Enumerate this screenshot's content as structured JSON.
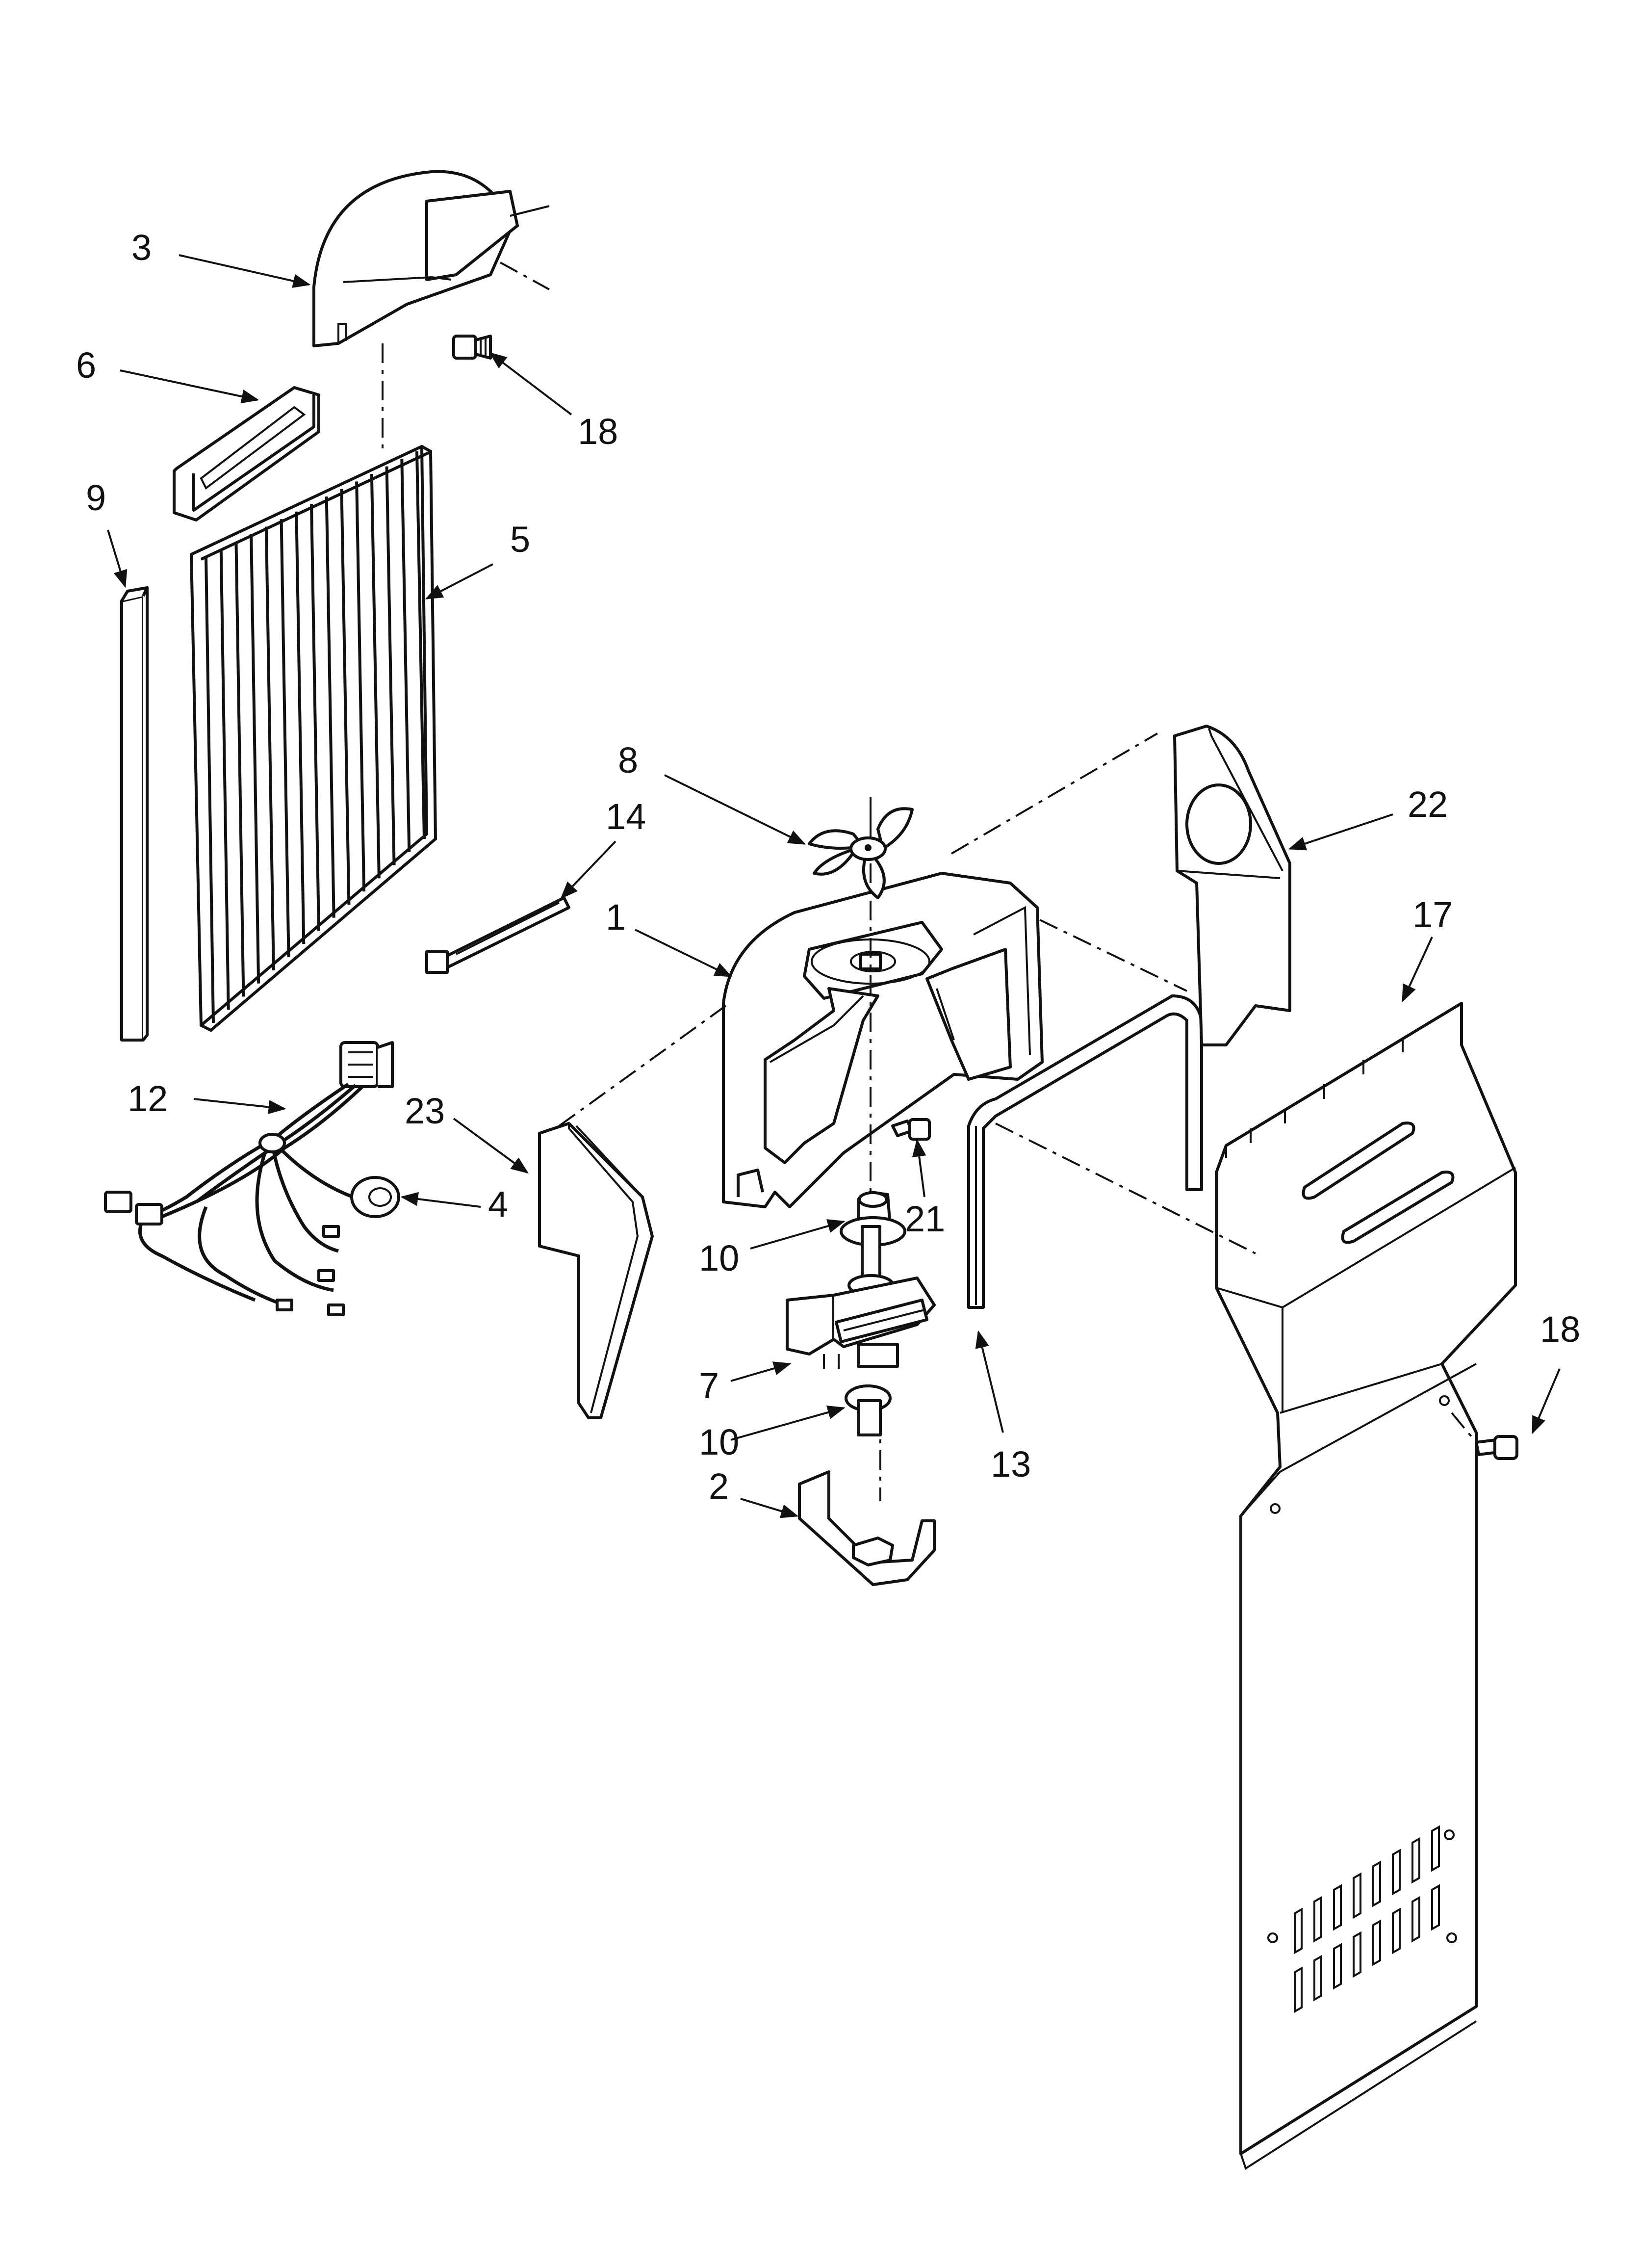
{
  "callouts": [
    {
      "id": "c3",
      "label": "3"
    },
    {
      "id": "c6",
      "label": "6"
    },
    {
      "id": "c9",
      "label": "9"
    },
    {
      "id": "c18a",
      "label": "18"
    },
    {
      "id": "c5",
      "label": "5"
    },
    {
      "id": "c8",
      "label": "8"
    },
    {
      "id": "c14",
      "label": "14"
    },
    {
      "id": "c1",
      "label": "1"
    },
    {
      "id": "c22",
      "label": "22"
    },
    {
      "id": "c17",
      "label": "17"
    },
    {
      "id": "c12",
      "label": "12"
    },
    {
      "id": "c23",
      "label": "23"
    },
    {
      "id": "c4",
      "label": "4"
    },
    {
      "id": "c21",
      "label": "21"
    },
    {
      "id": "c10a",
      "label": "10"
    },
    {
      "id": "c7",
      "label": "7"
    },
    {
      "id": "c10b",
      "label": "10"
    },
    {
      "id": "c13",
      "label": "13"
    },
    {
      "id": "c18b",
      "label": "18"
    },
    {
      "id": "c2",
      "label": "2"
    }
  ]
}
